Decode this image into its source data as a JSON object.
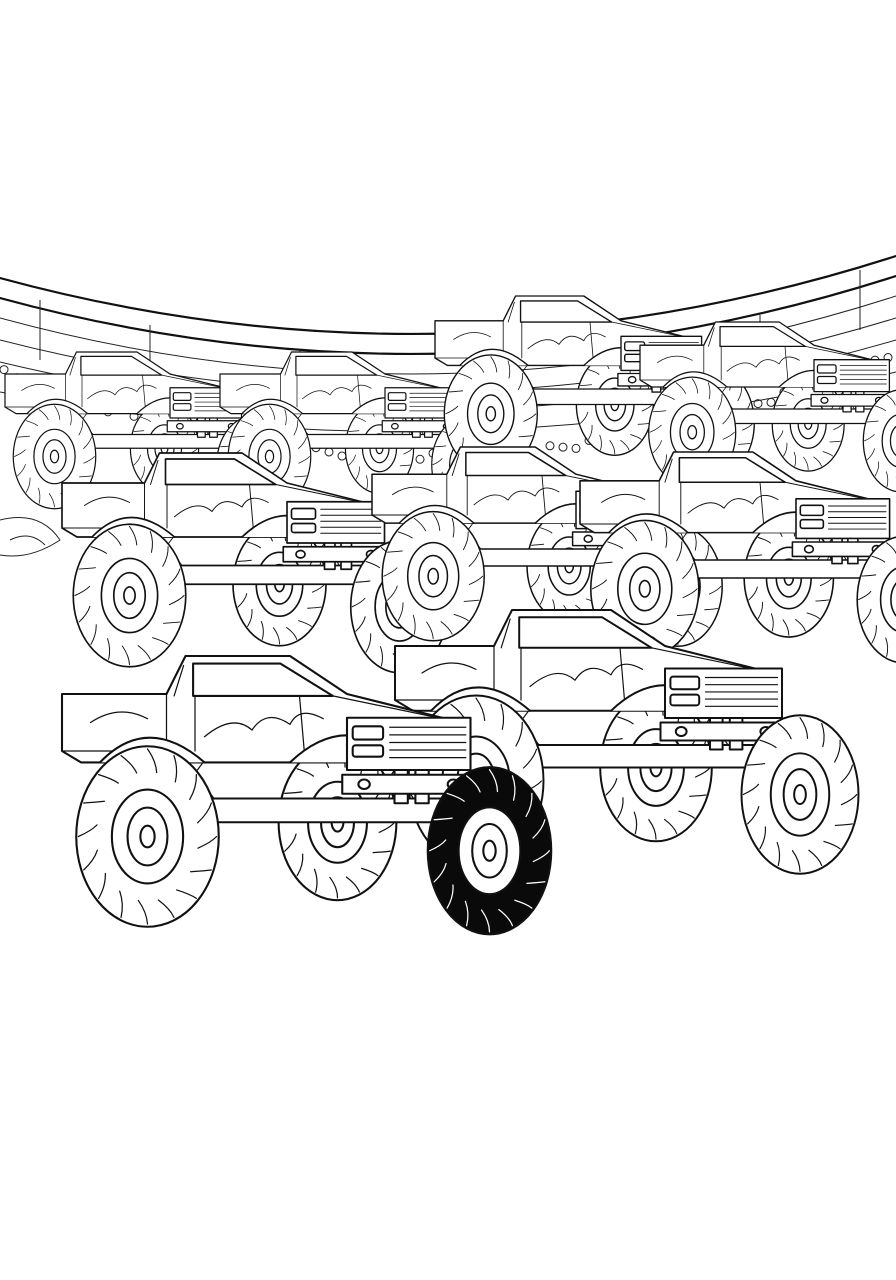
{
  "scene": {
    "description_colors": {
      "line": "#111111",
      "paper": "#ffffff",
      "solid_tire": "#0a0a0a"
    },
    "trucks": [
      {
        "id": "back-left",
        "scale": 0.55
      },
      {
        "id": "back-center",
        "scale": 0.55
      },
      {
        "id": "back-right-high",
        "scale": 0.62
      },
      {
        "id": "back-far-right",
        "scale": 0.58
      },
      {
        "id": "mid-left",
        "scale": 0.75
      },
      {
        "id": "mid-center",
        "scale": 0.68
      },
      {
        "id": "mid-right",
        "scale": 0.72
      },
      {
        "id": "front-right",
        "scale": 0.9
      },
      {
        "id": "front-left",
        "scale": 1.0
      }
    ]
  }
}
